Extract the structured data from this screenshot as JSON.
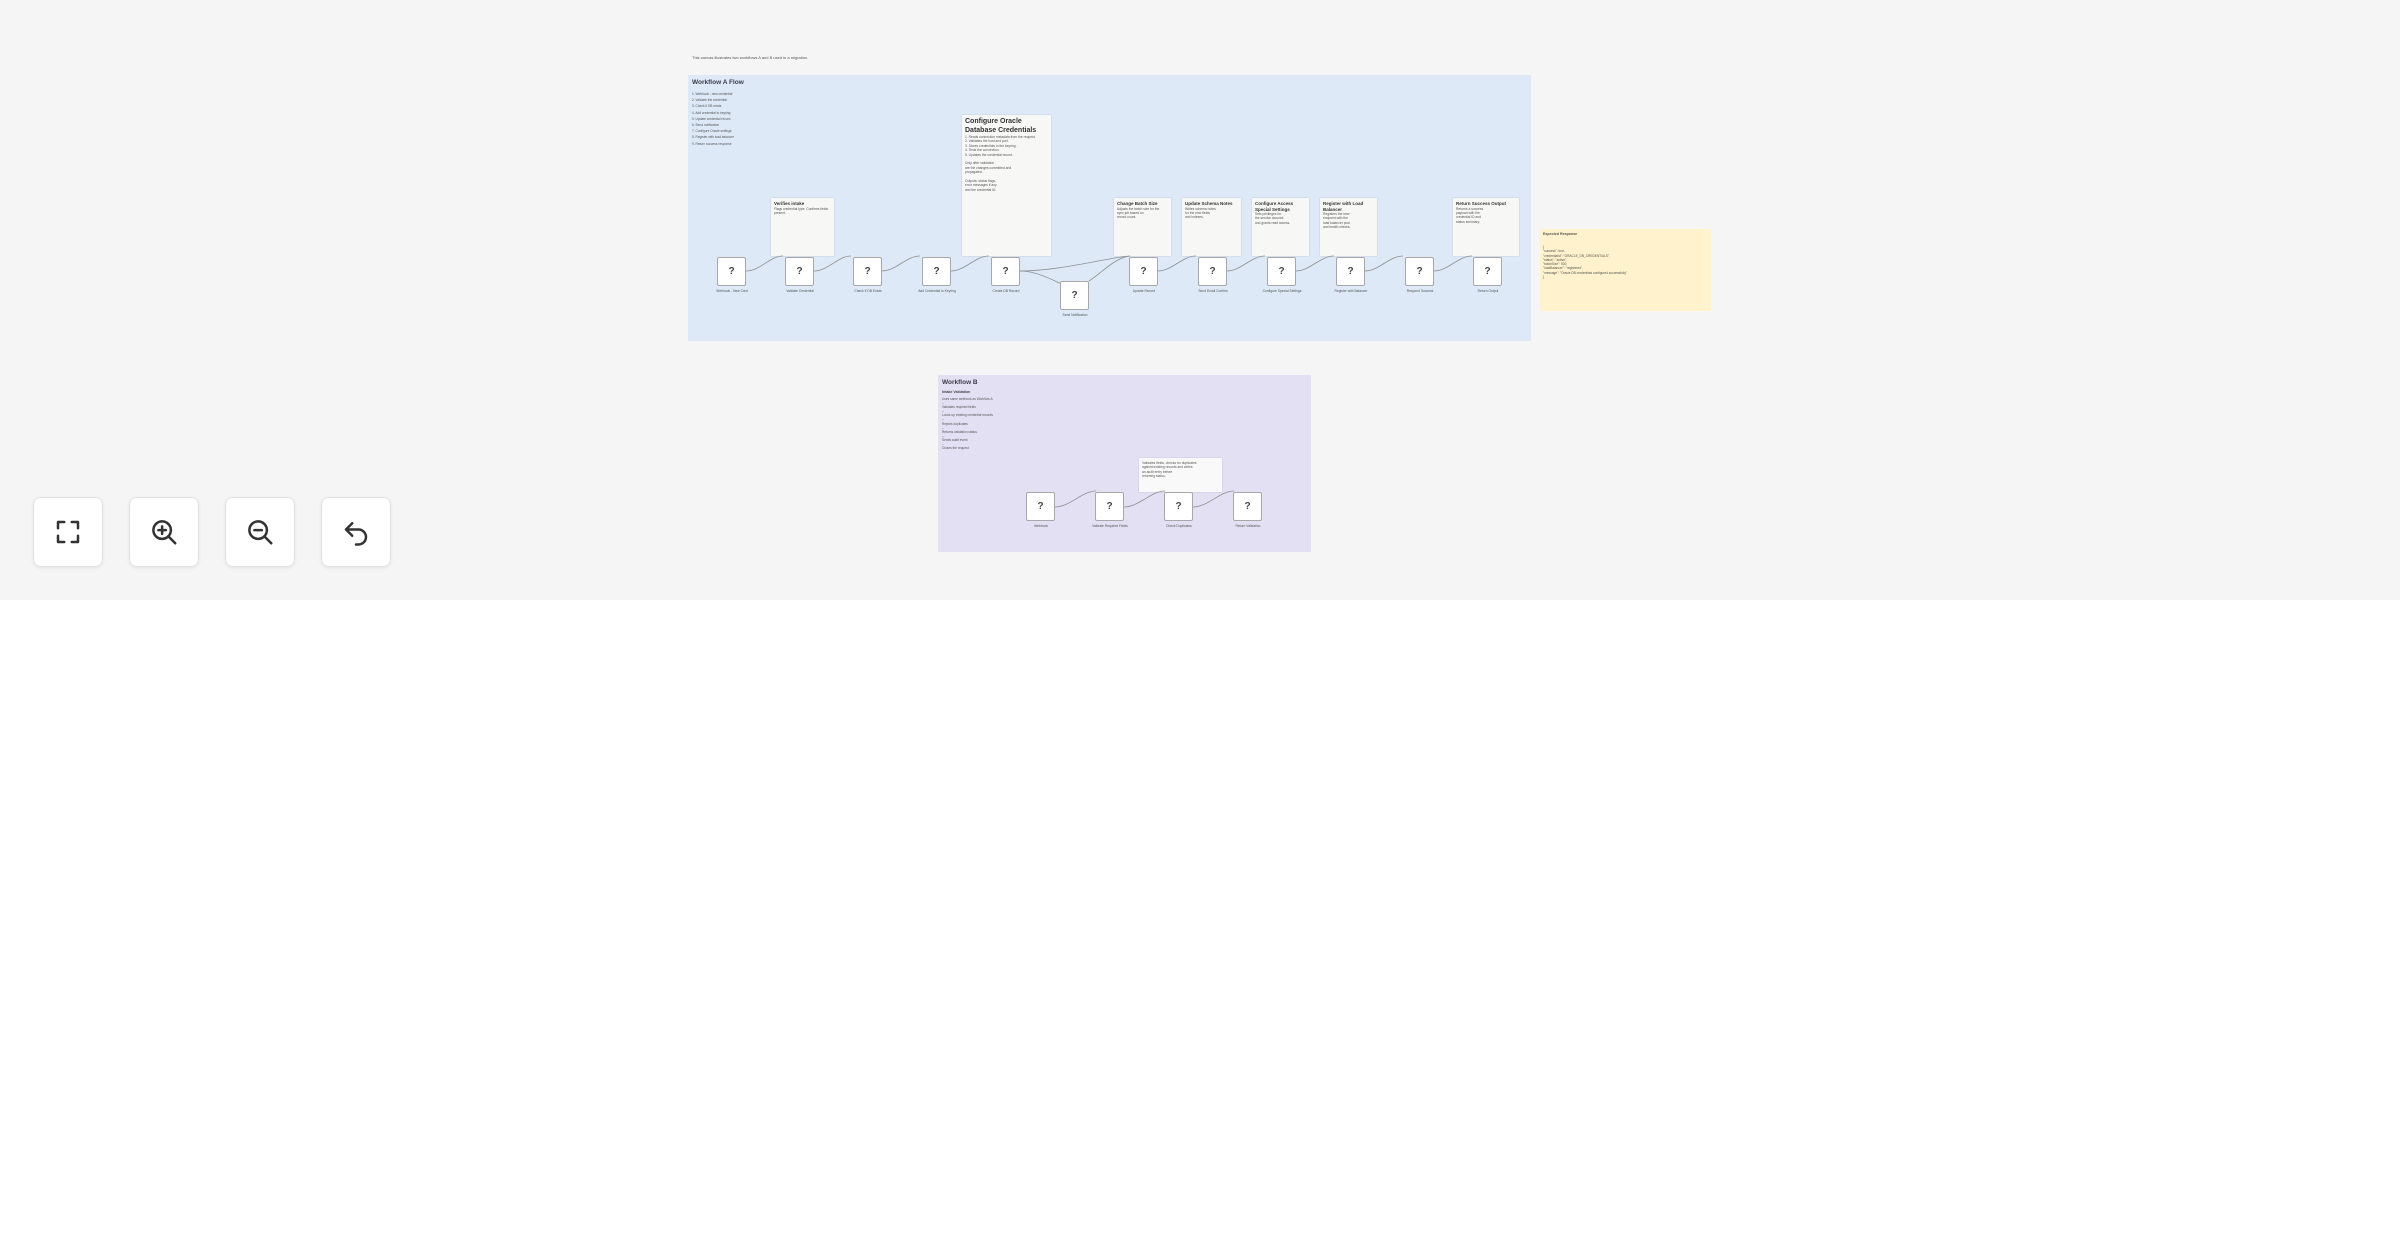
{
  "banner_text": "This canvas illustrates two workflows A and B used in a migration.",
  "workflow_a": {
    "title": "Workflow A Flow",
    "steps": [
      "1. Webhook - new credential",
      "2. Validate the credential",
      "3. Check if DB exists",
      "4. Add credential to keyring",
      "5. Update credential record",
      "6. Send notification",
      "7. Configure Oracle settings",
      "8. Register with load balancer",
      "9. Return success response"
    ],
    "sticky_small": {
      "title": "Verifies intake",
      "body": "Flags credential type. Confirms fields present."
    },
    "sticky_big": {
      "title": "Configure Oracle Database Credentials",
      "body": "1. Reads connection metadata from the request.\n2. Validates the host and port.\n3. Stores credentials in the keyring.\n4. Tests the connection.\n5. Updates the credential record.\n\nOnly after validation\nare the changes committed and\npropagated.\n\nOutputs: status flags,\nerror messages if any\nand the credential ID."
    },
    "stickies_top": [
      {
        "title": "Change Batch Size",
        "body": "Adjusts the batch size for the\nsync job based on\nrecord count."
      },
      {
        "title": "Update Schema Notes",
        "body": "Writes schema notes\nfor the new fields\nand indexes."
      },
      {
        "title": "Configure Access Special Settings",
        "body": "Sets privileges for\nthe service account\nand grants read access."
      },
      {
        "title": "Register with Load Balancer",
        "body": "Registers the new\nendpoint with the\nload balancer pool\nand health checks."
      },
      {
        "title": "Return Success Output",
        "body": "Returns a success\npayload with the\ncredential ID and\nstatus summary."
      }
    ],
    "nodes": [
      {
        "label": "Webhook - New Cred"
      },
      {
        "label": "Validate Credential"
      },
      {
        "label": "Check If DB Exists"
      },
      {
        "label": "Add Credential to Keyring"
      },
      {
        "label": "Create DB Record"
      },
      {
        "label": "Send Notification"
      },
      {
        "label": "Update Record"
      },
      {
        "label": "Send Email Confirm"
      },
      {
        "label": "Configure Special Settings"
      },
      {
        "label": "Register with Balancer"
      },
      {
        "label": "Respond Success"
      },
      {
        "label": "Return Output"
      }
    ]
  },
  "expected_response": {
    "title": "Expected Response",
    "body": "{\n  \"success\": true,\n  \"credentialId\": \"ORACLE_DB_CREDENTIALS\",\n  \"status\": \"active\",\n  \"batchSize\": 500,\n  \"loadBalancer\": \"registered\",\n  \"message\": \"Oracle DB credentials configured successfully\"\n}"
  },
  "workflow_b": {
    "title": "Workflow B",
    "subtitle": "Intake Validation",
    "body": "Uses same webhook as Workflow A\n--\nValidates required fields\n--\nLooks up existing credential records\n--\nRejects duplicates\n--\nReturns validation status\n--\nSends audit event\n--\nCloses the request"
  },
  "workflow_b_sticky": {
    "body": "Validates fields, checks for duplicates\nagainst existing records and writes\nan audit entry before\nreturning status."
  },
  "workflow_b_nodes": [
    {
      "label": "Webhook"
    },
    {
      "label": "Validate Required Fields"
    },
    {
      "label": "Check Duplicates"
    },
    {
      "label": "Return Validation"
    }
  ],
  "controls": [
    {
      "name": "fit-view-button",
      "icon": "fullscreen-icon"
    },
    {
      "name": "zoom-in-button",
      "icon": "zoom-in-icon"
    },
    {
      "name": "zoom-out-button",
      "icon": "zoom-out-icon"
    },
    {
      "name": "undo-button",
      "icon": "undo-icon"
    }
  ]
}
